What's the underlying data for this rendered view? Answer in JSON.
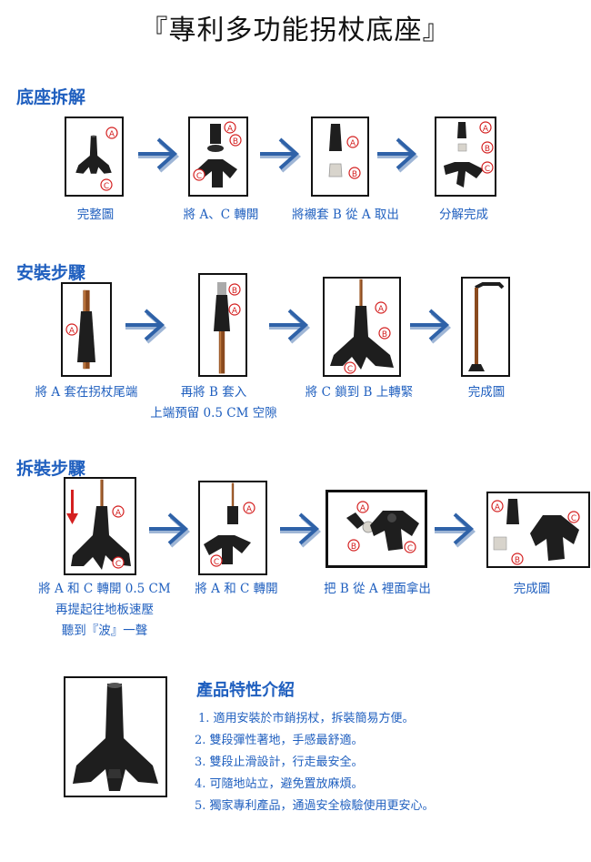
{
  "title": "『專利多功能拐杖底座』",
  "sections": {
    "disassembly": {
      "heading": "底座拆解",
      "captions": [
        "完整圖",
        "將 A、C 轉開",
        "將襯套 B 從 A 取出",
        "分解完成"
      ]
    },
    "install": {
      "heading": "安裝步驟",
      "captions": [
        "將 A 套在拐杖尾端",
        "再將 B 套入",
        "上端預留 0.5 CM 空隙",
        "將 C 鎖到 B 上轉緊",
        "完成圖"
      ]
    },
    "removal": {
      "heading": "拆裝步驟",
      "captions": [
        "將 A 和 C 轉開 0.5 CM",
        "再提起往地板速壓",
        "聽到『波』一聲",
        "將 A 和 C 轉開",
        "把 B 從 A 裡面拿出",
        "完成圖"
      ]
    }
  },
  "features": {
    "heading": "產品特性介紹",
    "items": [
      "1.  適用安裝於市銷拐杖，拆裝簡易方便。",
      "2.  雙段彈性著地，手感最舒適。",
      "3.  雙段止滑設計，行走最安全。",
      "4.  可隨地站立，避免置放麻煩。",
      "5.  獨家專利產品，通過安全檢驗使用更安心。"
    ]
  },
  "markers": {
    "a": "A",
    "b": "B",
    "c": "C"
  },
  "colors": {
    "accent": "#1f5fbf",
    "marker": "#d42020",
    "arrow": "#2f62a8"
  }
}
